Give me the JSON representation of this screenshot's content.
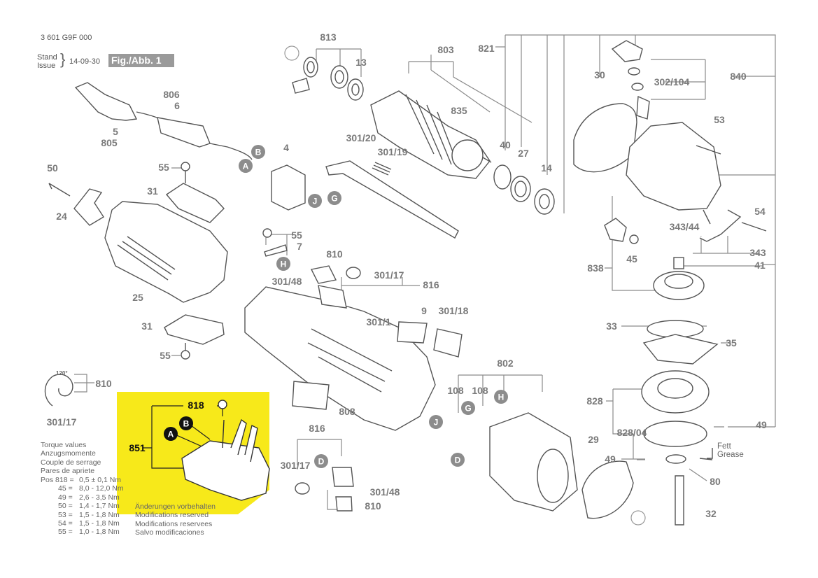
{
  "header": {
    "part_number": "3 601 G9F 000",
    "stand_label": "Stand",
    "issue_label": "Issue",
    "date": "14-09-30",
    "fig_label": "Fig./Abb. 1"
  },
  "torque": {
    "lines": [
      "Torque values",
      "Anzugsmomente",
      "Couple de serrage",
      "Pares de apriete"
    ],
    "values": [
      {
        "pos": "Pos 818 =",
        "value": "0,5 ± 0,1 Nm"
      },
      {
        "pos": "45 =",
        "value": "8,0 - 12,0 Nm"
      },
      {
        "pos": "49 =",
        "value": "2,6 - 3,5 Nm"
      },
      {
        "pos": "50 =",
        "value": "1,4 - 1,7 Nm"
      },
      {
        "pos": "53 =",
        "value": "1,5 - 1,8 Nm"
      },
      {
        "pos": "54 =",
        "value": "1,5 - 1,8 Nm"
      },
      {
        "pos": "55 =",
        "value": "1,0 - 1,8 Nm"
      }
    ]
  },
  "modifications": [
    "Änderungen vorbehalten",
    "Modifications reserved",
    "Modifications reservees",
    "Salvo modificaciones"
  ],
  "grease": {
    "line1": "Fett",
    "line2": "Grease"
  },
  "angle_label": "120°",
  "highlight_color": "#f7e91a",
  "ref_circle_color": "#8c8c8c",
  "part_labels": [
    {
      "id": "813",
      "t": "813"
    },
    {
      "id": "803",
      "t": "803"
    },
    {
      "id": "821",
      "t": "821"
    },
    {
      "id": "840",
      "t": "840"
    },
    {
      "id": "13",
      "t": "13"
    },
    {
      "id": "30",
      "t": "30"
    },
    {
      "id": "302-104",
      "t": "302/104"
    },
    {
      "id": "835",
      "t": "835"
    },
    {
      "id": "806",
      "t": "806"
    },
    {
      "id": "6",
      "t": "6"
    },
    {
      "id": "5",
      "t": "5"
    },
    {
      "id": "805",
      "t": "805"
    },
    {
      "id": "53",
      "t": "53"
    },
    {
      "id": "40",
      "t": "40"
    },
    {
      "id": "27",
      "t": "27"
    },
    {
      "id": "14",
      "t": "14"
    },
    {
      "id": "4",
      "t": "4"
    },
    {
      "id": "301-20",
      "t": "301/20"
    },
    {
      "id": "301-19",
      "t": "301/19"
    },
    {
      "id": "50",
      "t": "50"
    },
    {
      "id": "55a",
      "t": "55"
    },
    {
      "id": "31a",
      "t": "31"
    },
    {
      "id": "24",
      "t": "24"
    },
    {
      "id": "54",
      "t": "54"
    },
    {
      "id": "343-44",
      "t": "343/44"
    },
    {
      "id": "343",
      "t": "343"
    },
    {
      "id": "45",
      "t": "45"
    },
    {
      "id": "41",
      "t": "41"
    },
    {
      "id": "838",
      "t": "838"
    },
    {
      "id": "55b",
      "t": "55"
    },
    {
      "id": "7",
      "t": "7"
    },
    {
      "id": "810a",
      "t": "810"
    },
    {
      "id": "301-17a",
      "t": "301/17"
    },
    {
      "id": "816a",
      "t": "816"
    },
    {
      "id": "301-48a",
      "t": "301/48"
    },
    {
      "id": "25",
      "t": "25"
    },
    {
      "id": "9",
      "t": "9"
    },
    {
      "id": "301-18",
      "t": "301/18"
    },
    {
      "id": "301-1",
      "t": "301/1"
    },
    {
      "id": "31b",
      "t": "31"
    },
    {
      "id": "33",
      "t": "33"
    },
    {
      "id": "35",
      "t": "35"
    },
    {
      "id": "55c",
      "t": "55"
    },
    {
      "id": "802",
      "t": "802"
    },
    {
      "id": "810b",
      "t": "810"
    },
    {
      "id": "301-17b",
      "t": "301/17"
    },
    {
      "id": "108a",
      "t": "108"
    },
    {
      "id": "108b",
      "t": "108"
    },
    {
      "id": "828",
      "t": "828"
    },
    {
      "id": "808",
      "t": "808"
    },
    {
      "id": "49a",
      "t": "49"
    },
    {
      "id": "828-04",
      "t": "828/04"
    },
    {
      "id": "816b",
      "t": "816"
    },
    {
      "id": "29",
      "t": "29"
    },
    {
      "id": "49b",
      "t": "49"
    },
    {
      "id": "301-17c",
      "t": "301/17"
    },
    {
      "id": "301-48b",
      "t": "301/48"
    },
    {
      "id": "80",
      "t": "80"
    },
    {
      "id": "810c",
      "t": "810"
    },
    {
      "id": "32",
      "t": "32"
    }
  ],
  "highlight_labels": [
    {
      "id": "818",
      "t": "818"
    },
    {
      "id": "851",
      "t": "851"
    }
  ],
  "ref_circles": [
    {
      "id": "A1",
      "t": "A"
    },
    {
      "id": "B1",
      "t": "B"
    },
    {
      "id": "A2",
      "t": "A"
    },
    {
      "id": "J1",
      "t": "J"
    },
    {
      "id": "G1",
      "t": "G"
    },
    {
      "id": "H1",
      "t": "H"
    },
    {
      "id": "G2",
      "t": "G"
    },
    {
      "id": "H2",
      "t": "H"
    },
    {
      "id": "J2",
      "t": "J"
    },
    {
      "id": "D1",
      "t": "D"
    },
    {
      "id": "D2",
      "t": "D"
    },
    {
      "id": "A3",
      "t": "A"
    }
  ],
  "highlight_refs": [
    {
      "id": "B2",
      "t": "B"
    },
    {
      "id": "A4",
      "t": "A"
    }
  ]
}
